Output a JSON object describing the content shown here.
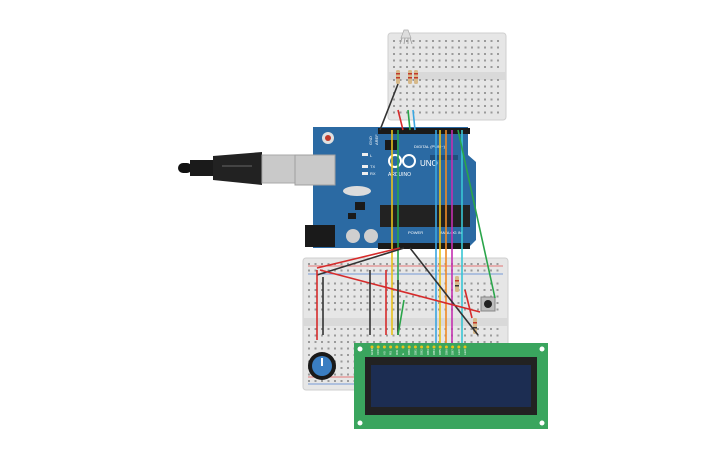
{
  "board": {
    "brand": "ARDUINO",
    "model": "UNO",
    "label_digital": "DIGITAL (PWM~)",
    "label_power": "POWER",
    "label_analog": "ANALOG IN",
    "label_aref": "AREF",
    "label_gnd": "GND",
    "label_tx": "TX",
    "label_rx": "RX",
    "label_l": "L"
  },
  "lcd": {
    "pin_labels": [
      "GND",
      "VCC",
      "V0",
      "RS",
      "RW",
      "E",
      "DB0",
      "DB1",
      "DB2",
      "DB3",
      "DB4",
      "DB5",
      "DB6",
      "DB7",
      "LED",
      "LED"
    ]
  },
  "colors": {
    "arduino_blue": "#2b6aa3",
    "breadboard": "#e8e8e8",
    "lcd_pcb": "#3aa55e",
    "lcd_screen": "#1c2d52",
    "wire_red": "#d62b2b",
    "wire_black": "#333333",
    "wire_yellow": "#e8c21a",
    "wire_green": "#2aa54a",
    "wire_blue": "#3aa6e0",
    "wire_orange": "#f08a24",
    "wire_magenta": "#c42fb0",
    "wire_cyan": "#38c6d4"
  }
}
